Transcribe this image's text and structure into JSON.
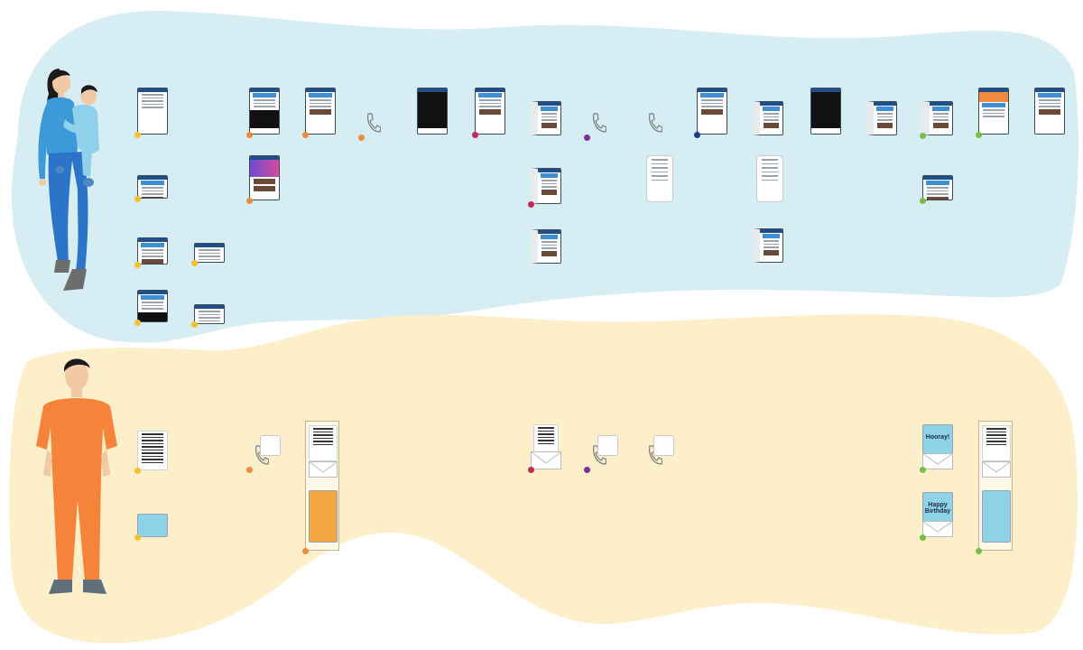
{
  "colors": {
    "lane_top": "#d6eef3",
    "lane_bottom": "#fcefc9",
    "yellow": "#f4c12c",
    "orange": "#f08a3c",
    "magenta": "#c4285e",
    "purple": "#7a2f9c",
    "navy": "#1e3b8c",
    "green": "#76c043"
  },
  "personas": [
    {
      "name": "mother-holding-child"
    },
    {
      "name": "man-orange-jumpsuit"
    }
  ],
  "touchpoints": [
    {
      "lane": "top",
      "kind": "shot",
      "color": "yellow",
      "variant": "doc",
      "caption": ""
    },
    {
      "lane": "top",
      "kind": "shot",
      "color": "yellow",
      "variant": "web",
      "caption": ""
    },
    {
      "lane": "top",
      "kind": "shot",
      "color": "yellow",
      "variant": "news",
      "caption": ""
    },
    {
      "lane": "top",
      "kind": "shot",
      "color": "yellow",
      "variant": "web-dark",
      "caption": ""
    },
    {
      "lane": "top",
      "kind": "shot",
      "color": "yellow",
      "variant": "email",
      "caption": ""
    },
    {
      "lane": "top",
      "kind": "shot",
      "color": "yellow",
      "variant": "email",
      "caption": ""
    },
    {
      "lane": "top",
      "kind": "shot",
      "color": "orange",
      "variant": "web-dark",
      "caption": ""
    },
    {
      "lane": "top",
      "kind": "shot",
      "color": "orange",
      "variant": "web-color",
      "caption": ""
    },
    {
      "lane": "top",
      "kind": "shot",
      "color": "orange",
      "variant": "web",
      "caption": ""
    },
    {
      "lane": "top",
      "kind": "phone-call",
      "color": "orange",
      "caption": ""
    },
    {
      "lane": "top",
      "kind": "shot",
      "color": "none",
      "variant": "dark",
      "caption": ""
    },
    {
      "lane": "top",
      "kind": "shot",
      "color": "magenta",
      "variant": "web",
      "caption": ""
    },
    {
      "lane": "top",
      "kind": "shot",
      "color": "none",
      "variant": "sheet-web",
      "caption": ""
    },
    {
      "lane": "top",
      "kind": "shot",
      "color": "magenta",
      "variant": "sheet-web",
      "caption": ""
    },
    {
      "lane": "top",
      "kind": "shot",
      "color": "none",
      "variant": "sheet-web",
      "caption": ""
    },
    {
      "lane": "top",
      "kind": "phone-call",
      "color": "purple",
      "caption": ""
    },
    {
      "lane": "top",
      "kind": "phone-call",
      "color": "none",
      "caption": ""
    },
    {
      "lane": "top",
      "kind": "phone",
      "color": "none",
      "caption": ""
    },
    {
      "lane": "top",
      "kind": "shot",
      "color": "navy",
      "variant": "web",
      "caption": ""
    },
    {
      "lane": "top",
      "kind": "shot",
      "color": "none",
      "variant": "sheet-web",
      "caption": ""
    },
    {
      "lane": "top",
      "kind": "phone",
      "color": "none",
      "caption": ""
    },
    {
      "lane": "top",
      "kind": "shot",
      "color": "none",
      "variant": "sheet-web",
      "caption": ""
    },
    {
      "lane": "top",
      "kind": "shot",
      "color": "none",
      "variant": "dark",
      "caption": ""
    },
    {
      "lane": "top",
      "kind": "shot",
      "color": "none",
      "variant": "sheet-web",
      "caption": ""
    },
    {
      "lane": "top",
      "kind": "shot",
      "color": "green",
      "variant": "sheet-web",
      "caption": ""
    },
    {
      "lane": "top",
      "kind": "shot",
      "color": "green",
      "variant": "web",
      "caption": ""
    },
    {
      "lane": "top",
      "kind": "shot",
      "color": "green",
      "variant": "web-orange",
      "caption": ""
    },
    {
      "lane": "top",
      "kind": "shot",
      "color": "none",
      "variant": "web",
      "caption": ""
    },
    {
      "lane": "bottom",
      "kind": "letter",
      "color": "yellow",
      "caption": ""
    },
    {
      "lane": "bottom",
      "kind": "card-blue",
      "color": "yellow",
      "caption": ""
    },
    {
      "lane": "bottom",
      "kind": "phone-call",
      "color": "orange",
      "caption": ""
    },
    {
      "lane": "bottom",
      "kind": "letter-stack",
      "color": "orange",
      "caption": ""
    },
    {
      "lane": "bottom",
      "kind": "envelope",
      "color": "magenta",
      "caption": ""
    },
    {
      "lane": "bottom",
      "kind": "phone-call",
      "color": "purple",
      "caption": ""
    },
    {
      "lane": "bottom",
      "kind": "phone-call",
      "color": "none",
      "caption": ""
    },
    {
      "lane": "bottom",
      "kind": "greeting-card",
      "color": "green",
      "caption": "",
      "card_text": "Hooray!"
    },
    {
      "lane": "bottom",
      "kind": "greeting-card",
      "color": "green",
      "caption": "",
      "card_text": "Happy Birthday"
    },
    {
      "lane": "bottom",
      "kind": "letter-stack",
      "color": "green",
      "caption": ""
    }
  ]
}
